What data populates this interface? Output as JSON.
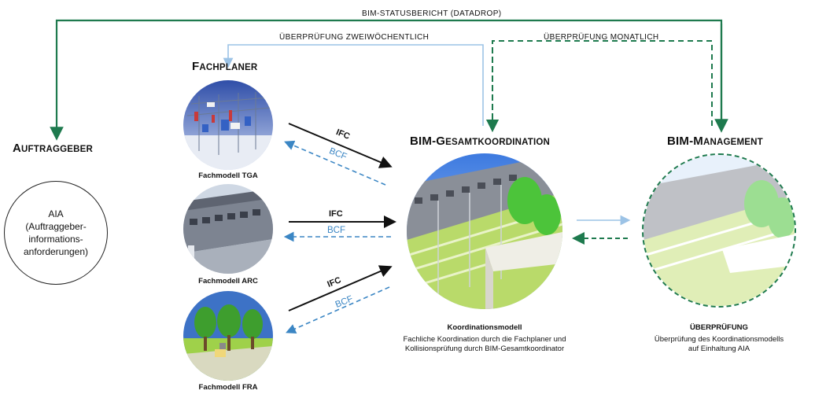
{
  "top": {
    "status_report": "BIM-STATUSBERICHT (DATADROP)",
    "review_biweekly": "ÜBERPRÜFUNG ZWEIWÖCHENTLICH",
    "review_monthly": "ÜBERPRÜFUNG MONATLICH"
  },
  "fachplaner": {
    "title_first": "F",
    "title_rest": "ACHPLANER"
  },
  "auftraggeber": {
    "title_first": "A",
    "title_rest": "UFTRAGGEBER",
    "aia_lines": [
      "AIA",
      "(Auftraggeber-",
      "informations-",
      "anforderungen)"
    ]
  },
  "models": [
    {
      "caption": "Fachmodell TGA"
    },
    {
      "caption": "Fachmodell ARC"
    },
    {
      "caption": "Fachmodell FRA"
    }
  ],
  "arrows": {
    "ifc": "IFC",
    "bcf": "BCF"
  },
  "gesamtkoordination": {
    "title_prefix": "BIM-G",
    "title_rest": "ESAMTKOORDINATION",
    "head": "Koordinationsmodell",
    "lines": [
      "Fachliche Koordination durch die Fachplaner und",
      "Kollisionsprüfung durch BIM-Gesamtkoordinator"
    ]
  },
  "management": {
    "title_prefix": "BIM-M",
    "title_rest": "ANAGEMENT",
    "head": "ÜBERPRÜFUNG",
    "lines": [
      "Überprüfung des Koordinationsmodells",
      "auf Einhaltung  AIA"
    ]
  },
  "colors": {
    "green_dark": "#1e7a4e",
    "blue_light": "#9cc3e6",
    "blue_dash": "#3b86c4",
    "black": "#111111"
  }
}
